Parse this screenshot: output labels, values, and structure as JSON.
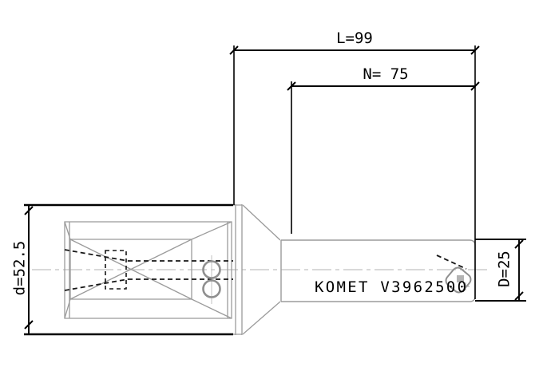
{
  "drawing": {
    "type": "technical-drawing",
    "subject": "indexable-drill",
    "dimension_labels": {
      "overall_length": "L=99",
      "flute_length": "N= 75",
      "body_diameter": "d=52.5",
      "cutting_diameter": "D=25"
    },
    "branding_text": "KOMET V3962500",
    "colors": {
      "outline_black": "#000000",
      "detail_gray": "#9b9b9b",
      "bold_gray": "#8f8f8f",
      "centerline_gray": "#c2c2c2",
      "background": "#ffffff"
    }
  }
}
